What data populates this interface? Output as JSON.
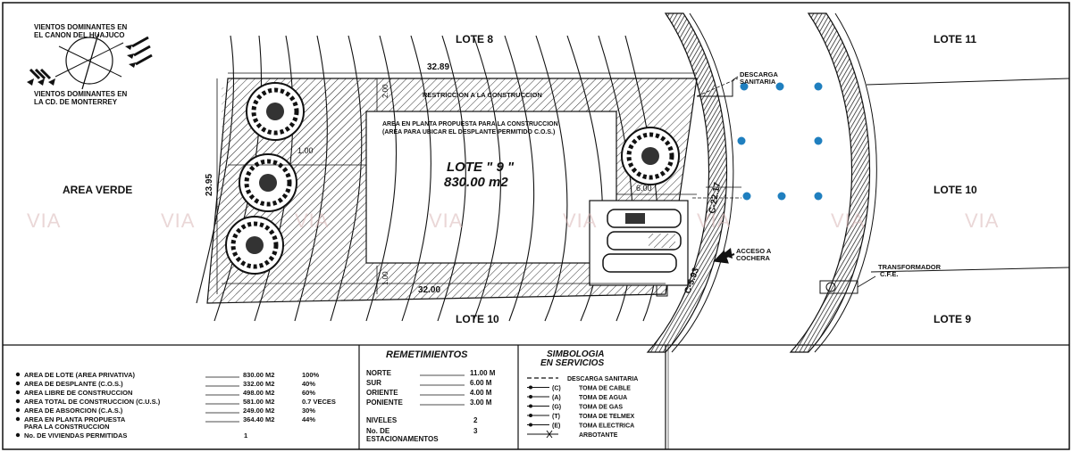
{
  "winds": {
    "huajuco": "VIENTOS DOMINANTES EN EL CANON DEL HUAJUCO",
    "monterrey": "VIENTOS DOMINANTES EN LA CD. DE MONTERREY"
  },
  "lots": {
    "lote8": "LOTE 8",
    "lote10_bottom": "LOTE 10",
    "lote11": "LOTE 11",
    "lote10_right": "LOTE 10",
    "lote9": "LOTE 9",
    "area_verde": "AREA VERDE"
  },
  "site": {
    "title": "LOTE \" 9 \"",
    "area": "830.00 m2",
    "restriccion": "RESTRICCION A LA CONSTRUCCION",
    "area_planta_1": "AREA EN PLANTA PROPUESTA PARA LA CONSTRUCCION",
    "area_planta_2": "(AREA PARA UBICAR EL DESPLANTE PERMITIDO C.O.S.)",
    "dim_top": "32.89",
    "dim_bottom": "32.00",
    "dim_left": "23.95",
    "dim_setback_left": "1.00",
    "dim_setback_right": "6.00",
    "dim_setback_top": "2.00",
    "dim_setback_bottom": "1.00",
    "curve_1": "C-22.17",
    "curve_2": "C-5.93",
    "descarga_1": "DESCARGA",
    "descarga_2": "SANITARIA",
    "acceso_1": "ACCESO A",
    "acceso_2": "COCHERA",
    "transformador_1": "TRANSFORMADOR",
    "transformador_2": "C.F.E."
  },
  "watermark": "VIA",
  "areas_table": {
    "rows": [
      {
        "label": "AREA DE LOTE   (AREA PRIVATIVA)",
        "value": "830.00 M2",
        "pct": "100%"
      },
      {
        "label": "AREA DE DESPLANTE (C.O.S.)",
        "value": "332.00 M2",
        "pct": "40%"
      },
      {
        "label": "AREA LIBRE DE CONSTRUCCION",
        "value": "498.00 M2",
        "pct": "60%"
      },
      {
        "label": "AREA TOTAL DE CONSTRUCCION (C.U.S.)",
        "value": "581.00 M2",
        "pct": "0.7 VECES"
      },
      {
        "label": "AREA DE ABSORCION (C.A.S.)",
        "value": "249.00 M2",
        "pct": "30%"
      },
      {
        "label": "AREA EN PLANTA PROPUESTA",
        "label2": "PARA LA CONSTRUCCION",
        "value": "364.40 M2",
        "pct": "44%"
      },
      {
        "label": "No. DE VIVIENDAS PERMITIDAS",
        "value": "1",
        "pct": ""
      }
    ]
  },
  "remetimientos": {
    "title": "REMETIMIENTOS",
    "rows": [
      {
        "label": "NORTE",
        "value": "11.00 M"
      },
      {
        "label": "SUR",
        "value": "6.00 M"
      },
      {
        "label": "ORIENTE",
        "value": "4.00 M"
      },
      {
        "label": "PONIENTE",
        "value": "3.00 M"
      }
    ],
    "niveles_label": "NIVELES",
    "niveles_value": "2",
    "estac_label_1": "No. DE",
    "estac_label_2": "ESTACIONAMENTOS",
    "estac_value": "3"
  },
  "simbologia": {
    "title_1": "SIMBOLOGIA",
    "title_2": "EN SERVICIOS",
    "items": [
      {
        "code": "",
        "label": "DESCARGA SANITARIA"
      },
      {
        "code": "(C)",
        "label": "TOMA DE CABLE"
      },
      {
        "code": "(A)",
        "label": "TOMA DE AGUA"
      },
      {
        "code": "(G)",
        "label": "TOMA DE GAS"
      },
      {
        "code": "(T)",
        "label": "TOMA DE TELMEX"
      },
      {
        "code": "(E)",
        "label": "TOMA ELECTRICA"
      },
      {
        "code": "",
        "label": "ARBOTANTE"
      }
    ]
  },
  "colors": {
    "line": "#111111",
    "service_dot": "#1f7fbf",
    "watermark": "#d9b7b7"
  }
}
